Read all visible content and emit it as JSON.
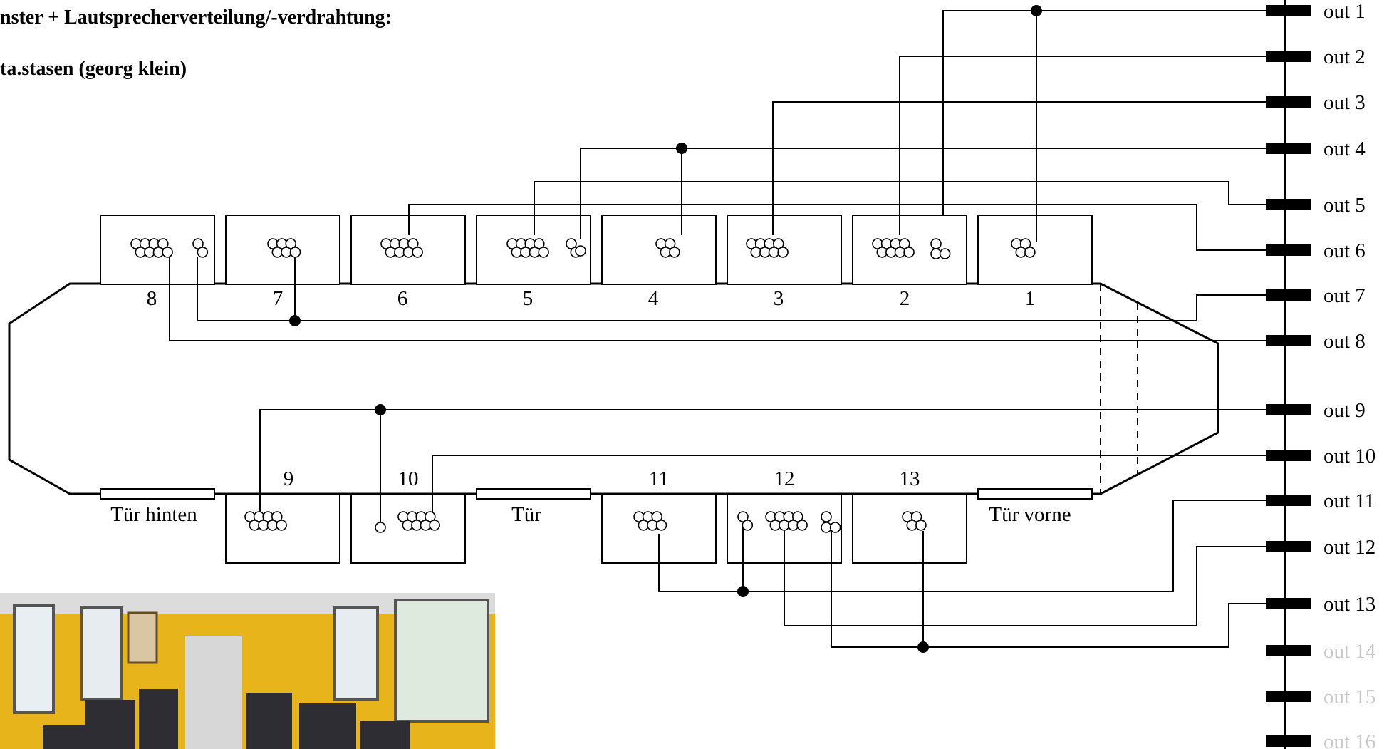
{
  "title_line1": "nster + Lautsprecherverteilung/-verdrahtung:",
  "title_line2": "ta.stasen (georg klein)",
  "windows_top": [
    "8",
    "7",
    "6",
    "5",
    "4",
    "3",
    "2",
    "1"
  ],
  "windows_bottom": [
    "9",
    "10",
    "11",
    "12",
    "13"
  ],
  "doors": [
    "Tür hinten",
    "Tür",
    "Tür vorne"
  ],
  "outputs": [
    "out 1",
    "out 2",
    "out 3",
    "out 4",
    "out 5",
    "out 6",
    "out 7",
    "out 8",
    "out 9",
    "out 10",
    "out 11",
    "out 12",
    "out 13",
    "out 14",
    "out 15",
    "out 16"
  ],
  "outputs_inactive": [
    "out 14",
    "out 15",
    "out 16"
  ],
  "colors": {
    "line": "#000000",
    "inactive_label": "#c8c8c8",
    "background": "#ffffff"
  },
  "photo": {
    "subject": "tram-interior-photo",
    "colors": {
      "walls": "#e8b41c",
      "seats": "#2d2d33",
      "windows": "#e9eef2"
    }
  }
}
